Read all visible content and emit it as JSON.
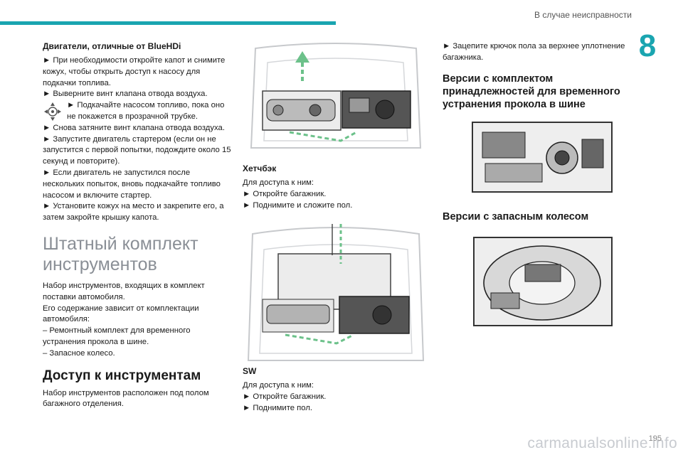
{
  "header": {
    "section_title": "В случае неисправности",
    "chapter_number": "8",
    "page_number": "195"
  },
  "col1": {
    "engines_heading": "Двигатели, отличные от BlueHDi",
    "step1": "При необходимости откройте капот и снимите кожух, чтобы открыть доступ к насосу для подкачки топлива.",
    "step2": "Выверните винт клапана отвода воздуха.",
    "step3": "Подкачайте насосом топливо, пока оно не покажется в прозрачной трубке.",
    "step4": "Снова затяните винт клапана отвода воздуха.",
    "step5": "Запустите двигатель стартером (если он не запустится с первой попытки, подождите около 15 секунд и повторите).",
    "step6": "Если двигатель не запустился после нескольких попыток, вновь подкачайте топливо насосом и включите стартер.",
    "step7": "Установите кожух на место и закрепите его, а затем закройте крышку капота.",
    "toolkit_heading": "Штатный комплект инструментов",
    "toolkit_p1": "Набор инструментов, входящих в комплект поставки автомобиля.",
    "toolkit_p2": "Его содержание зависит от комплектации автомобиля:",
    "toolkit_item1": "–  Ремонтный комплект для временного устранения прокола в шине.",
    "toolkit_item2": "–  Запасное колесо.",
    "access_heading": "Доступ к инструментам",
    "access_p": "Набор инструментов расположен под полом багажного отделения."
  },
  "col2": {
    "hatch_heading": "Хетчбэк",
    "hatch_intro": "Для доступа к ним:",
    "hatch_step1": "Откройте багажник.",
    "hatch_step2": "Поднимите и сложите пол.",
    "sw_heading": "SW",
    "sw_intro": "Для доступа к ним:",
    "sw_step1": "Откройте багажник.",
    "sw_step2": "Поднимите пол."
  },
  "col3": {
    "hook_step": "Зацепите крючок пола за верхнее уплотнение багажника.",
    "repair_heading": "Версии с комплектом принадлежностей для временного устранения прокола в шине",
    "spare_heading": "Версии с запасным колесом"
  },
  "watermark": "carmanualsonline.info",
  "colors": {
    "accent": "#1aa5b0",
    "arrow_green": "#6cc18a"
  },
  "icons": {
    "bullet": "triangle-right-icon",
    "pump": "pump-icon",
    "lift_arrow": "arrow-up-icon"
  }
}
